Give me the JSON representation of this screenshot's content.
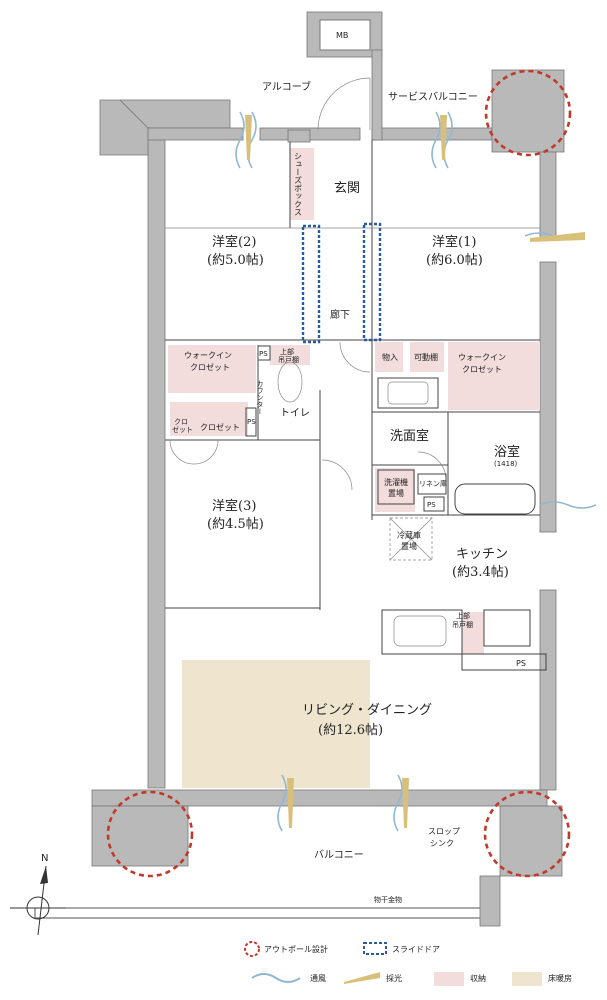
{
  "rooms": {
    "mb": "MB",
    "alcove": "アルコーブ",
    "service_balcony": "サービスバルコニー",
    "shoebox": "シューズボックス",
    "entrance": "玄関",
    "western2_name": "洋室(2)",
    "western2_size": "(約5.0帖)",
    "western1_name": "洋室(1)",
    "western1_size": "(約6.0帖)",
    "hallway": "廊下",
    "walkin1_a": "ウォークイン",
    "walkin1_b": "クロゼット",
    "ps1": "PS",
    "upper_shelf1_a": "上部",
    "upper_shelf1_b": "吊戸棚",
    "counter": "カウンター",
    "toilet": "トイレ",
    "storage_closet": "物入",
    "movable_shelf": "可動棚",
    "walkin2_a": "ウォークイン",
    "walkin2_b": "クロゼット",
    "closet_small_a": "クロ",
    "closet_small_b": "ゼット",
    "closet2": "クロゼット",
    "ps2": "PS",
    "washroom": "洗面室",
    "bath": "浴室",
    "bath_size": "(1418)",
    "washer_a": "洗濯機",
    "washer_b": "置場",
    "linen": "リネン庫",
    "ps3": "PS",
    "western3_name": "洋室(3)",
    "western3_size": "(約4.5帖)",
    "fridge_a": "冷蔵庫",
    "fridge_b": "置場",
    "kitchen_name": "キッチン",
    "kitchen_size": "(約3.4帖)",
    "upper_shelf2_a": "上部",
    "upper_shelf2_b": "吊戸棚",
    "ps4": "PS",
    "living_name": "リビング・ダイニング",
    "living_size": "(約12.6帖)",
    "slop_sink_a": "スロップ",
    "slop_sink_b": "シンク",
    "balcony": "バルコニー",
    "drying_rack": "物干金物",
    "north": "N"
  },
  "legend": {
    "outpole": "アウトポール設計",
    "slide_door": "スライドドア",
    "ventilation": "通風",
    "daylight": "採光",
    "storage": "収納",
    "floor_heating": "床暖房"
  },
  "colors": {
    "outpole": "#c0392b",
    "slide_door": "#2c5aa0",
    "ventilation": "#8fb8d0",
    "daylight": "#d8c07a",
    "storage": "#f2dcdc",
    "floor_heating": "#efe4cd"
  }
}
